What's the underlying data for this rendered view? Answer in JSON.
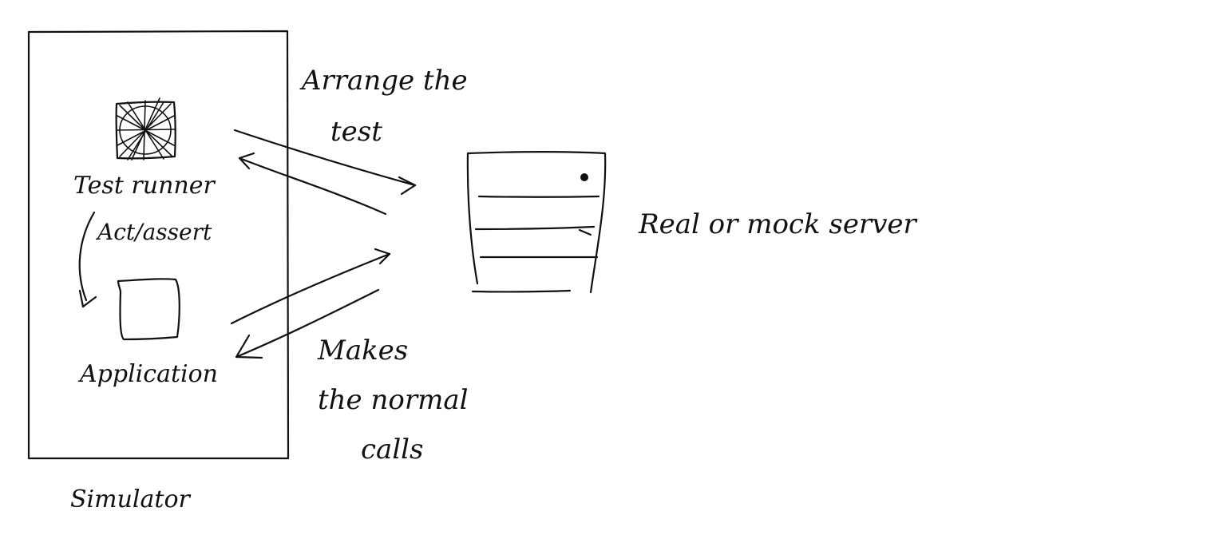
{
  "diagram": {
    "simulator": {
      "label": "Simulator"
    },
    "test_runner": {
      "label": "Test runner"
    },
    "act_assert": {
      "label": "Act/assert"
    },
    "application": {
      "label": "Application"
    },
    "arrange": {
      "line1": "Arrange the",
      "line2": "test"
    },
    "makes_calls": {
      "line1": "Makes",
      "line2": "the normal",
      "line3": "calls"
    },
    "server": {
      "label": "Real or mock server"
    }
  },
  "ink_color": "#111111",
  "background_color": "#ffffff"
}
